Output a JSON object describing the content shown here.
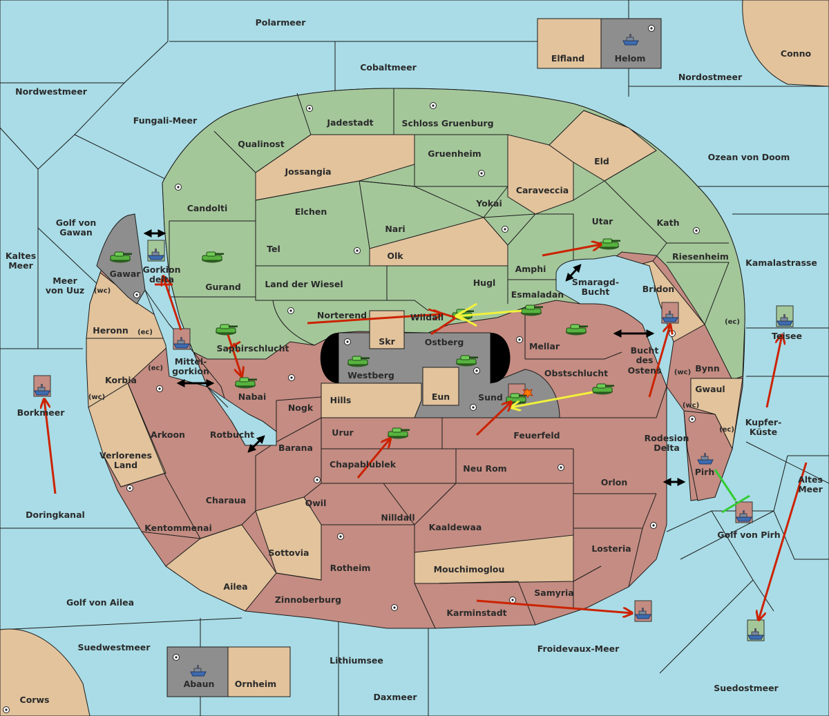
{
  "colors": {
    "sea": "#a9dce6",
    "green_power": "#a4c79a",
    "neutral_land": "#e2c39c",
    "red_power": "#c48c82",
    "grey_power": "#8e8e8e",
    "move_arrow": "#cc2200",
    "support_arrow": "#f2f23a",
    "convoy_arrow": "#33cc33"
  },
  "icons": {
    "army": "tank-icon",
    "fleet": "ship-icon",
    "supply_center": "supply-center-icon",
    "bounce": "explosion-icon"
  },
  "sea_labels": {
    "polarmeer": "Polarmeer",
    "cobaltmeer": "Cobaltmeer",
    "nordwestmeer": "Nordwestmeer",
    "fungali": "Fungali-Meer",
    "nordostmeer": "Nordostmeer",
    "ozean": "Ozean von Doom",
    "kamalastrasse": "Kamalastrasse",
    "golf_gawan_1": "Golf von",
    "golf_gawan_2": "Gawan",
    "kaltes_1": "Kaltes",
    "kaltes_2": "Meer",
    "uuz_1": "Meer",
    "uuz_2": "von Uuz",
    "borkmeer": "Borkmeer",
    "doringkanal": "Doringkanal",
    "golf_ailea": "Golf von Ailea",
    "suedwestmeer": "Suedwestmeer",
    "lithiumsee": "Lithiumsee",
    "daxmeer": "Daxmeer",
    "froidevaux": "Froidevaux-Meer",
    "suedostmeer": "Suedostmeer",
    "golf_pirh": "Golf von Pirh",
    "altes_1": "Altes",
    "altes_2": "Meer",
    "kupfer_1": "Kupfer-",
    "kupfer_2": "Küste",
    "smaragd_1": "Smaragd-",
    "smaragd_2": "Bucht",
    "bucht_1": "Bucht",
    "bucht_2": "des",
    "bucht_3": "Ostens",
    "rotbucht": "Rotbucht",
    "mittel_1": "Mittel-",
    "mittel_2": "gorkion",
    "gorkion_1": "Gorkion",
    "gorkion_2": "delta",
    "rodesion_1": "Rodesion",
    "rodesion_2": "Delta",
    "teisee": "Teisee"
  },
  "land_labels": {
    "conno": "Conno",
    "corws": "Corws",
    "elfland": "Elfland",
    "helom": "Helom",
    "abaun": "Abaun",
    "ornheim": "Ornheim",
    "jadestadt": "Jadestadt",
    "schloss": "Schloss Gruenburg",
    "qualinost": "Qualinost",
    "gruenheim": "Gruenheim",
    "jossangia": "Jossangia",
    "eld": "Eld",
    "caraveccia": "Caraveccia",
    "candolti": "Candolti",
    "elchen": "Elchen",
    "yokai": "Yokai",
    "nari": "Nari",
    "utar": "Utar",
    "kath": "Kath",
    "tel": "Tel",
    "olk": "Olk",
    "gurand": "Gurand",
    "land_wiesel": "Land der Wiesel",
    "hugl": "Hugl",
    "amphi": "Amphi",
    "riesenheim": "Riesenheim",
    "gawar": "Gawar",
    "esmaladan": "Esmaladan",
    "bridon": "Bridon",
    "norterend": "Norterend",
    "wildall": "Wildall",
    "heronn": "Heronn",
    "skr": "Skr",
    "ostberg": "Ostberg",
    "mellar": "Mellar",
    "saphir": "Saphirschlucht",
    "westberg": "Westberg",
    "bynn": "Bynn",
    "korbia": "Korbia",
    "obstschlucht": "Obstschlucht",
    "nabai": "Nabai",
    "hills": "Hills",
    "eun": "Eun",
    "sund": "Sund",
    "gwaul": "Gwaul",
    "nogk": "Nogk",
    "arkoon": "Arkoon",
    "urur": "Urur",
    "feuerfeld": "Feuerfeld",
    "barana": "Barana",
    "pirh": "Pirh",
    "chapablublek": "Chapablublek",
    "verlorenes_1": "Verlorenes",
    "verlorenes_2": "Land",
    "neu_rom": "Neu Rom",
    "orlon": "Orlon",
    "qwil": "Qwil",
    "charaua": "Charaua",
    "nilldall": "Nilldall",
    "kentommenai": "Kentommenai",
    "kaaldewaa": "Kaaldewaa",
    "sottovia": "Sottovia",
    "losteria": "Losteria",
    "rotheim": "Rotheim",
    "mouchimoglou": "Mouchimoglou",
    "ailea": "Ailea",
    "samyria": "Samyria",
    "zinnoberburg": "Zinnoberburg",
    "karminstadt": "Karminstadt"
  },
  "coast_labels": {
    "wc": "(wc)",
    "ec": "(ec)"
  }
}
